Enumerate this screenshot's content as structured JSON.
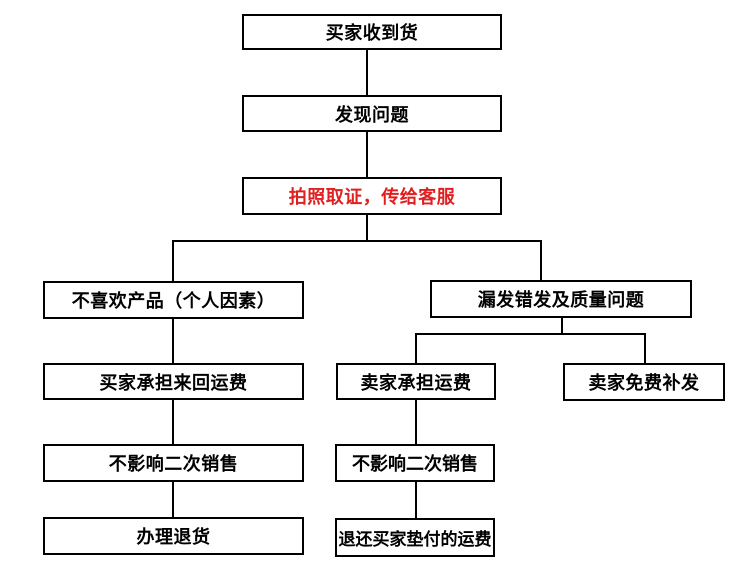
{
  "flowchart": {
    "background_color": "#ffffff",
    "line_color": "#000000",
    "text_color": "#000000",
    "accent_color": "#e02020",
    "nodes": {
      "buyer_receives": "买家收到货",
      "find_problem": "发现问题",
      "photo_evidence": "拍照取证，传给客服",
      "dislike_product": "不喜欢产品（个人因素）",
      "missing_wrong_quality": "漏发错发及质量问题",
      "buyer_pays_shipping": "买家承担来回运费",
      "seller_pays_shipping": "卖家承担运费",
      "seller_free_reship": "卖家免费补发",
      "no_resale_impact_left": "不影响二次销售",
      "no_resale_impact_right": "不影响二次销售",
      "process_return": "办理退货",
      "refund_prepaid_shipping": "退还买家垫付的运费"
    }
  }
}
